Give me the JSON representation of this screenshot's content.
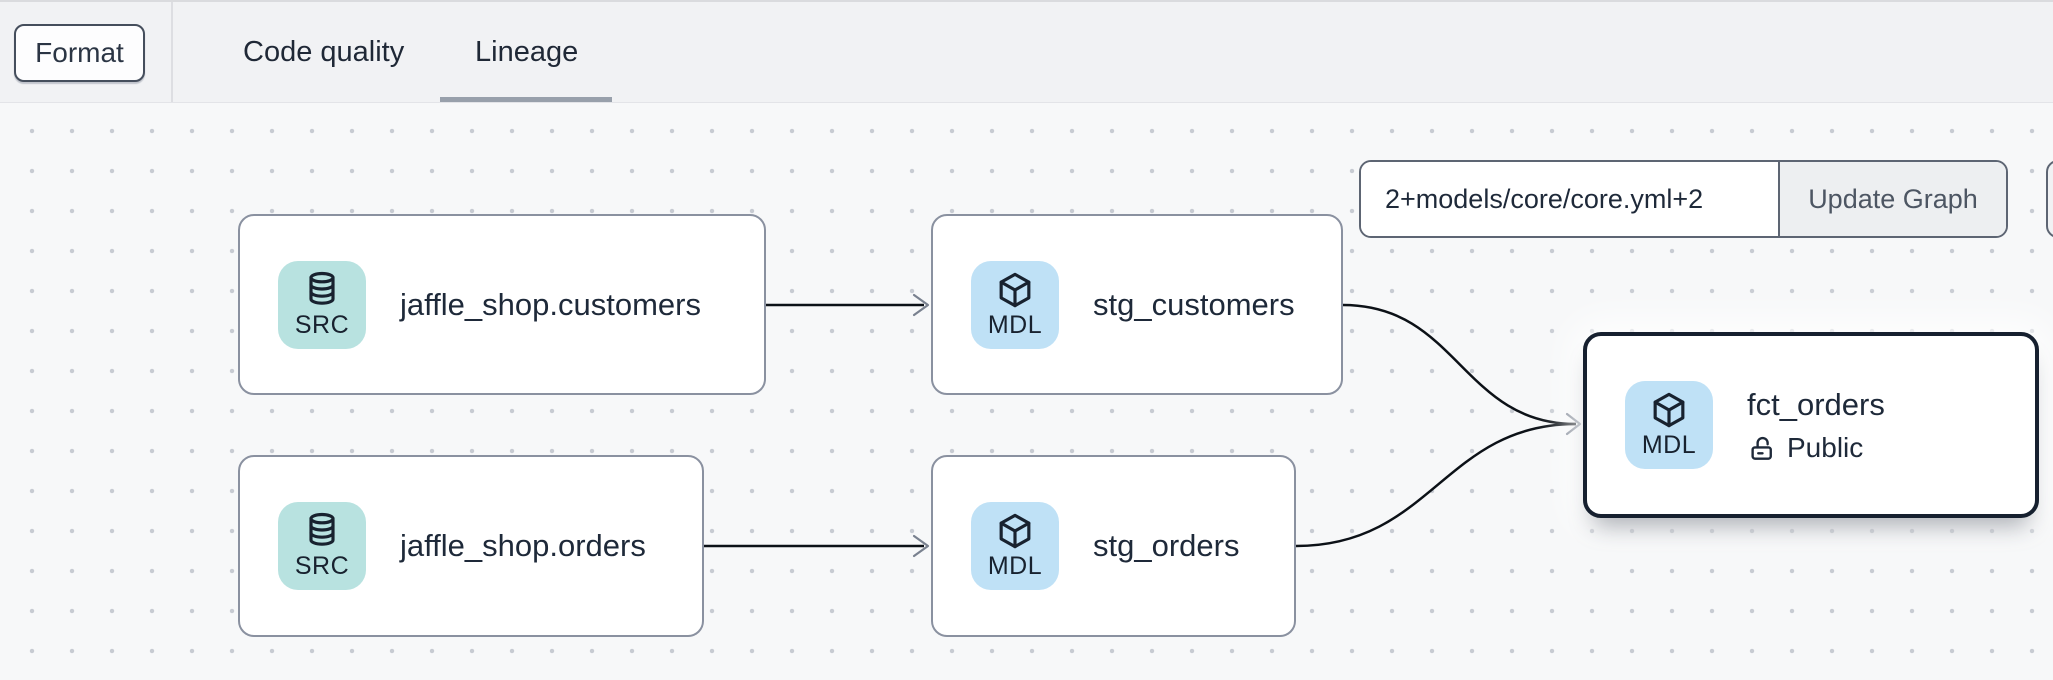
{
  "toolbar": {
    "format_button_label": "Format",
    "tabs": [
      {
        "label": "Code quality",
        "active": false
      },
      {
        "label": "Lineage",
        "active": true
      }
    ]
  },
  "graph_controls": {
    "selector_value": "2+models/core/core.yml+2",
    "update_button_label": "Update Graph"
  },
  "lineage": {
    "nodes": [
      {
        "label": "jaffle_shop.customers",
        "badge_label": "SRC",
        "kind": "source",
        "icon": "database-icon",
        "selected": false
      },
      {
        "label": "stg_customers",
        "badge_label": "MDL",
        "kind": "model",
        "icon": "cube-icon",
        "selected": false
      },
      {
        "label": "jaffle_shop.orders",
        "badge_label": "SRC",
        "kind": "source",
        "icon": "database-icon",
        "selected": false
      },
      {
        "label": "stg_orders",
        "badge_label": "MDL",
        "kind": "model",
        "icon": "cube-icon",
        "selected": false
      },
      {
        "label": "fct_orders",
        "badge_label": "MDL",
        "kind": "model",
        "icon": "cube-icon",
        "access_label": "Public",
        "access_icon": "unlocked-padlock-icon",
        "selected": true
      }
    ],
    "edges": [
      {
        "from": "jaffle_shop.customers",
        "to": "stg_customers"
      },
      {
        "from": "jaffle_shop.orders",
        "to": "stg_orders"
      },
      {
        "from": "stg_customers",
        "to": "fct_orders"
      },
      {
        "from": "stg_orders",
        "to": "fct_orders"
      }
    ]
  },
  "colors": {
    "topbar_bg": "#f1f2f4",
    "canvas_bg": "#f7f8f9",
    "grid_dot": "#c7cbd2",
    "source_badge_bg": "#b8e2e0",
    "model_badge_bg": "#bfe1f6",
    "node_border": "#8a91a0",
    "selected_node_border": "#16202f",
    "edge_line": "#0c1117",
    "arrowhead": "#79818f",
    "text_primary": "#1e2939",
    "active_tab_underline": "#98a0ab"
  }
}
